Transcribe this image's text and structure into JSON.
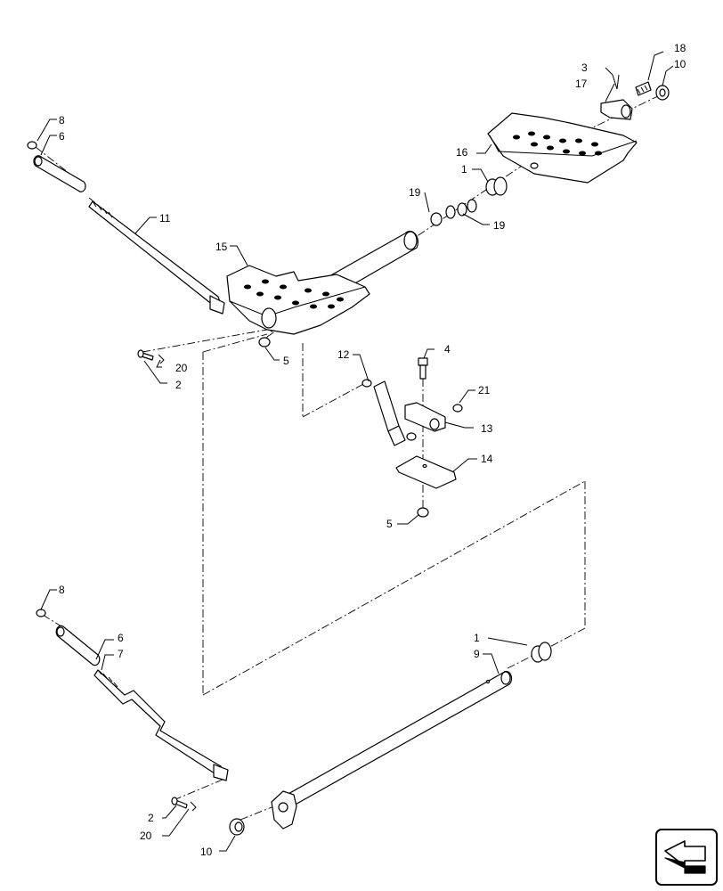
{
  "diagram": {
    "callouts": {
      "c1_top": "1",
      "c1_bottom": "1",
      "c2_top": "2",
      "c2_bottom": "2",
      "c3": "3",
      "c4": "4",
      "c5_top": "5",
      "c5_bottom": "5",
      "c6_top": "6",
      "c6_bottom": "6",
      "c7": "7",
      "c8_top": "8",
      "c8_bottom": "8",
      "c9": "9",
      "c10_top": "10",
      "c10_bottom": "10",
      "c11": "11",
      "c12": "12",
      "c13": "13",
      "c14": "14",
      "c15": "15",
      "c16": "16",
      "c17": "17",
      "c18": "18",
      "c19_left": "19",
      "c19_right": "19",
      "c20_top": "20",
      "c20_bottom": "20",
      "c21": "21"
    },
    "nav_icon": "next-page-arrow-icon"
  }
}
